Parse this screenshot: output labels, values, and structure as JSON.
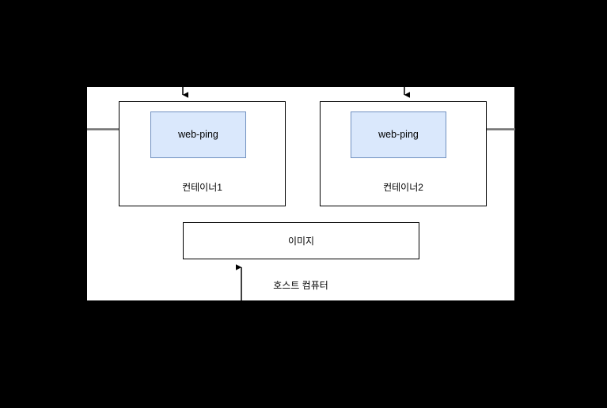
{
  "diagram": {
    "title": "host computer with two containers running web-ping",
    "background_color": "#000000",
    "panel": {
      "name": "host-computer-panel",
      "fill": "#ffffff",
      "caption": "호스트 컴퓨터"
    },
    "containers": [
      {
        "id": "container-1",
        "caption": "컨테이너1",
        "app_label": "web-ping",
        "app_fill": "#dae8fc",
        "app_stroke": "#7191c0",
        "border_color": "#000000"
      },
      {
        "id": "container-2",
        "caption": "컨테이너2",
        "app_label": "web-ping",
        "app_fill": "#dae8fc",
        "app_stroke": "#7191c0",
        "border_color": "#000000"
      }
    ],
    "image_box": {
      "label": "이미지",
      "border_color": "#000000",
      "fill": "#ffffff"
    },
    "connectors": {
      "arrow_color": "#000000",
      "line_color": "#707070",
      "items": [
        {
          "name": "arrow-into-container-1",
          "kind": "arrow",
          "direction": "down"
        },
        {
          "name": "arrow-into-container-2",
          "kind": "arrow",
          "direction": "down"
        },
        {
          "name": "network-line-left",
          "kind": "line",
          "direction": "horizontal"
        },
        {
          "name": "network-line-right",
          "kind": "line",
          "direction": "horizontal"
        },
        {
          "name": "arrow-image-to-host",
          "kind": "arrow",
          "direction": "up"
        }
      ]
    }
  }
}
